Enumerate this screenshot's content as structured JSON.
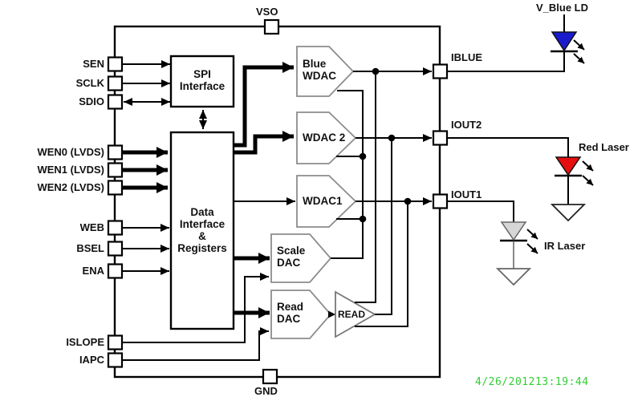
{
  "colors": {
    "blue_led": "#1a1acd",
    "red_laser": "#e60f0f",
    "ir_laser": "#d6d6d6",
    "timestamp_green": "#33cc33"
  },
  "pins": {
    "top": {
      "vso": "VSO"
    },
    "bottom": {
      "gnd": "GND"
    },
    "left": [
      {
        "label": "SEN"
      },
      {
        "label": "SCLK"
      },
      {
        "label": "SDIO"
      },
      {
        "label": "WEN0 (LVDS)"
      },
      {
        "label": "WEN1 (LVDS)"
      },
      {
        "label": "WEN2 (LVDS)"
      },
      {
        "label": "WEB"
      },
      {
        "label": "BSEL"
      },
      {
        "label": "ENA"
      },
      {
        "label": "ISLOPE"
      },
      {
        "label": "IAPC"
      }
    ],
    "right": [
      {
        "label": "IBLUE"
      },
      {
        "label": "IOUT2"
      },
      {
        "label": "IOUT1"
      }
    ]
  },
  "blocks": {
    "spi_interface": "SPI\nInterface",
    "data_interface": "Data\nInterface\n&\nRegisters",
    "blue_wdac": "Blue\nWDAC",
    "wdac2": "WDAC 2",
    "wdac1": "WDAC1",
    "scale_dac": "Scale\nDAC",
    "read_dac": "Read\nDAC",
    "read_amp": "READ"
  },
  "external_components": {
    "blue_label": "V_Blue LD",
    "red_label": "Red Laser",
    "ir_label": "IR Laser"
  },
  "timestamp": "4/26/201213:19:44"
}
